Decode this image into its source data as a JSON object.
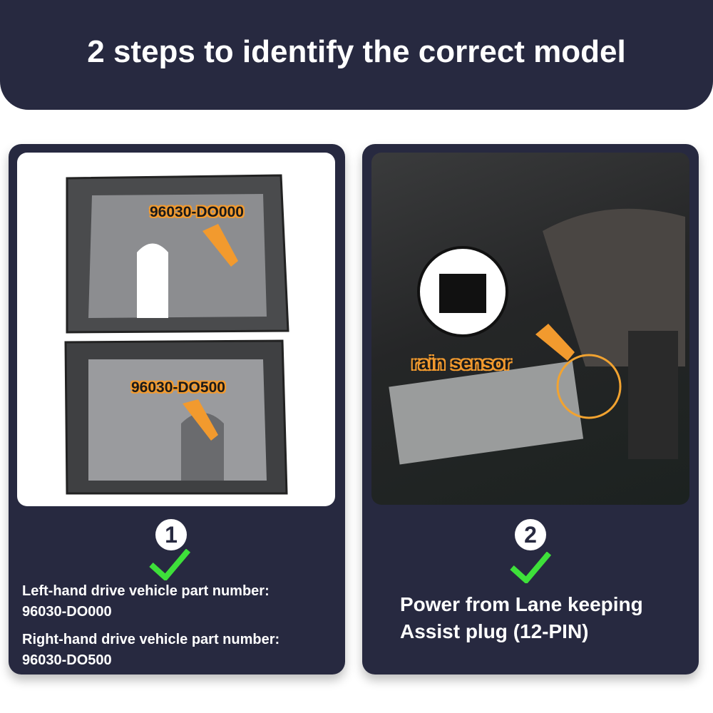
{
  "title": "2 steps to identify the correct model",
  "step1": {
    "number": "1",
    "label_top": "96030-DO000",
    "label_bottom": "96030-DO500",
    "line1": "Left-hand drive vehicle part number:",
    "line2": "96030-DO000",
    "line3": "Right-hand drive vehicle part number:",
    "line4": "96030-DO500"
  },
  "step2": {
    "number": "2",
    "photo_label": "rain sensor",
    "line1": "Power from Lane keeping",
    "line2": "Assist plug (12-PIN)"
  },
  "colors": {
    "navy": "#272940",
    "orange": "#f29a2e",
    "green": "#3ee03a"
  }
}
